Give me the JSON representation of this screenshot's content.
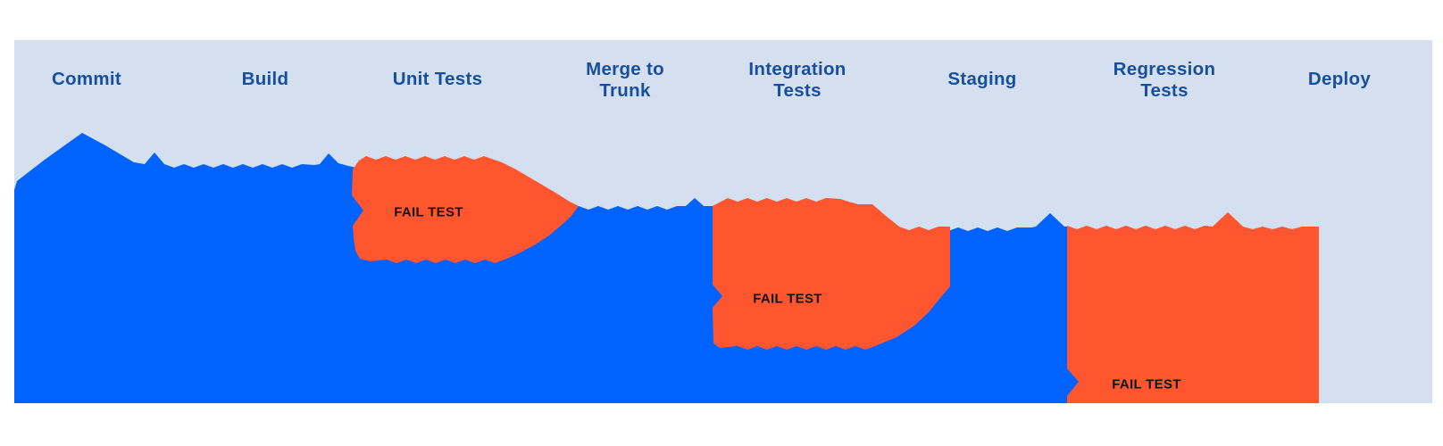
{
  "diagram": {
    "type": "pipeline-flow",
    "stages": [
      {
        "label": "Commit"
      },
      {
        "label": "Build"
      },
      {
        "label": "Unit Tests"
      },
      {
        "label": "Merge to\nTrunk"
      },
      {
        "label": "Integration\nTests"
      },
      {
        "label": "Staging"
      },
      {
        "label": "Regression\nTests"
      },
      {
        "label": "Deploy"
      }
    ],
    "fail_tests": [
      {
        "label": "FAIL TEST",
        "after_stage": "Unit Tests"
      },
      {
        "label": "FAIL TEST",
        "after_stage": "Integration Tests"
      },
      {
        "label": "FAIL TEST",
        "after_stage": "Regression Tests"
      }
    ],
    "colors": {
      "panel": "#d4dfef",
      "flow": "#0062ff",
      "fail": "#ff5630",
      "stage_text": "#174f9e",
      "fail_text": "#111111",
      "page_background": "#ffffff"
    }
  }
}
